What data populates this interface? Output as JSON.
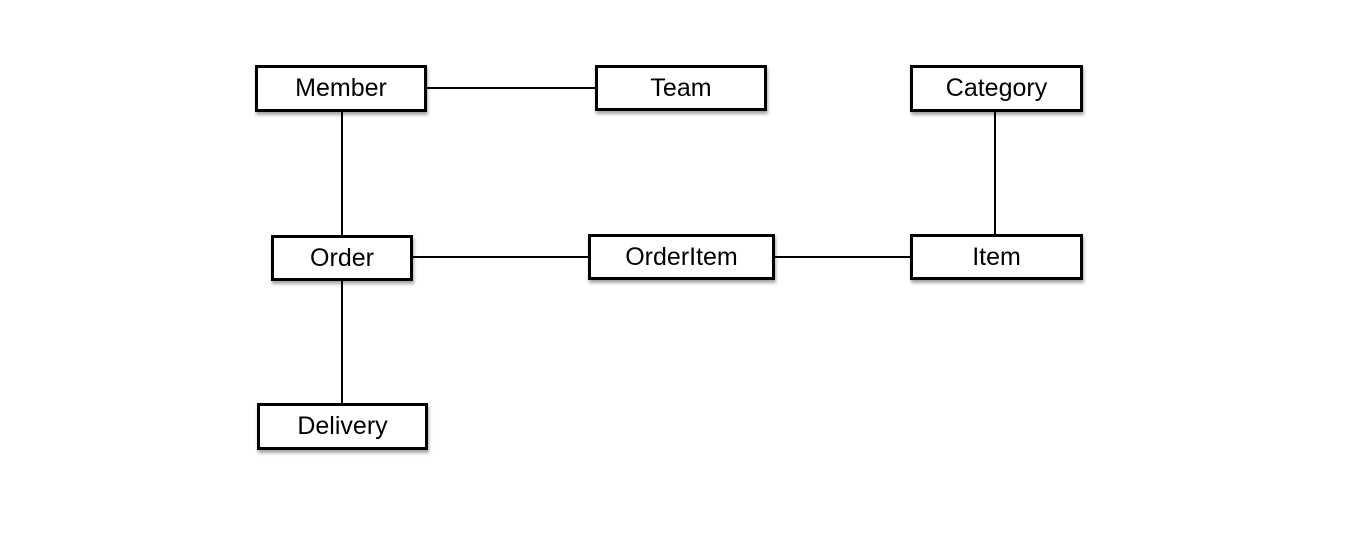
{
  "diagram": {
    "type": "entity-relationship",
    "background": "#ffffff",
    "colors": {
      "box_fill": "#ffffff",
      "box_border": "#000000",
      "text": "#000000",
      "connector": "#000000"
    },
    "nodes": [
      {
        "id": "member",
        "label": "Member"
      },
      {
        "id": "team",
        "label": "Team"
      },
      {
        "id": "category",
        "label": "Category"
      },
      {
        "id": "order",
        "label": "Order"
      },
      {
        "id": "orderitem",
        "label": "OrderItem"
      },
      {
        "id": "item",
        "label": "Item"
      },
      {
        "id": "delivery",
        "label": "Delivery"
      }
    ],
    "edges": [
      {
        "from": "Member",
        "to": "Team"
      },
      {
        "from": "Member",
        "to": "Order"
      },
      {
        "from": "Order",
        "to": "OrderItem"
      },
      {
        "from": "OrderItem",
        "to": "Item"
      },
      {
        "from": "Category",
        "to": "Item"
      },
      {
        "from": "Order",
        "to": "Delivery"
      }
    ]
  }
}
